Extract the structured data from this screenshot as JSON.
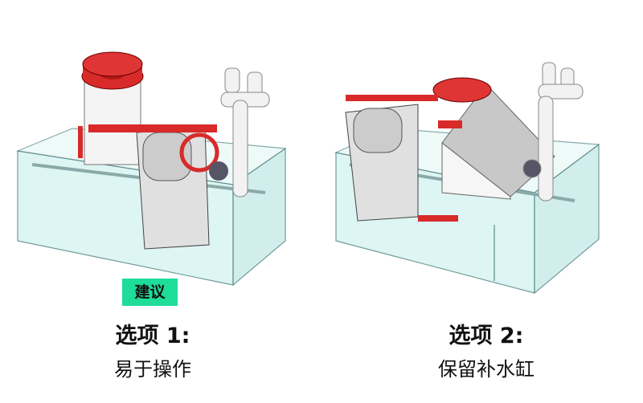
{
  "options": [
    {
      "title": "选项 1:",
      "subtitle": "易于操作",
      "badge": "建议"
    },
    {
      "title": "选项 2:",
      "subtitle": "保留补水缸"
    }
  ],
  "colors": {
    "badge": "#1edc9a",
    "glass": "#d8f4f2",
    "accent_red": "#d92a2a"
  }
}
